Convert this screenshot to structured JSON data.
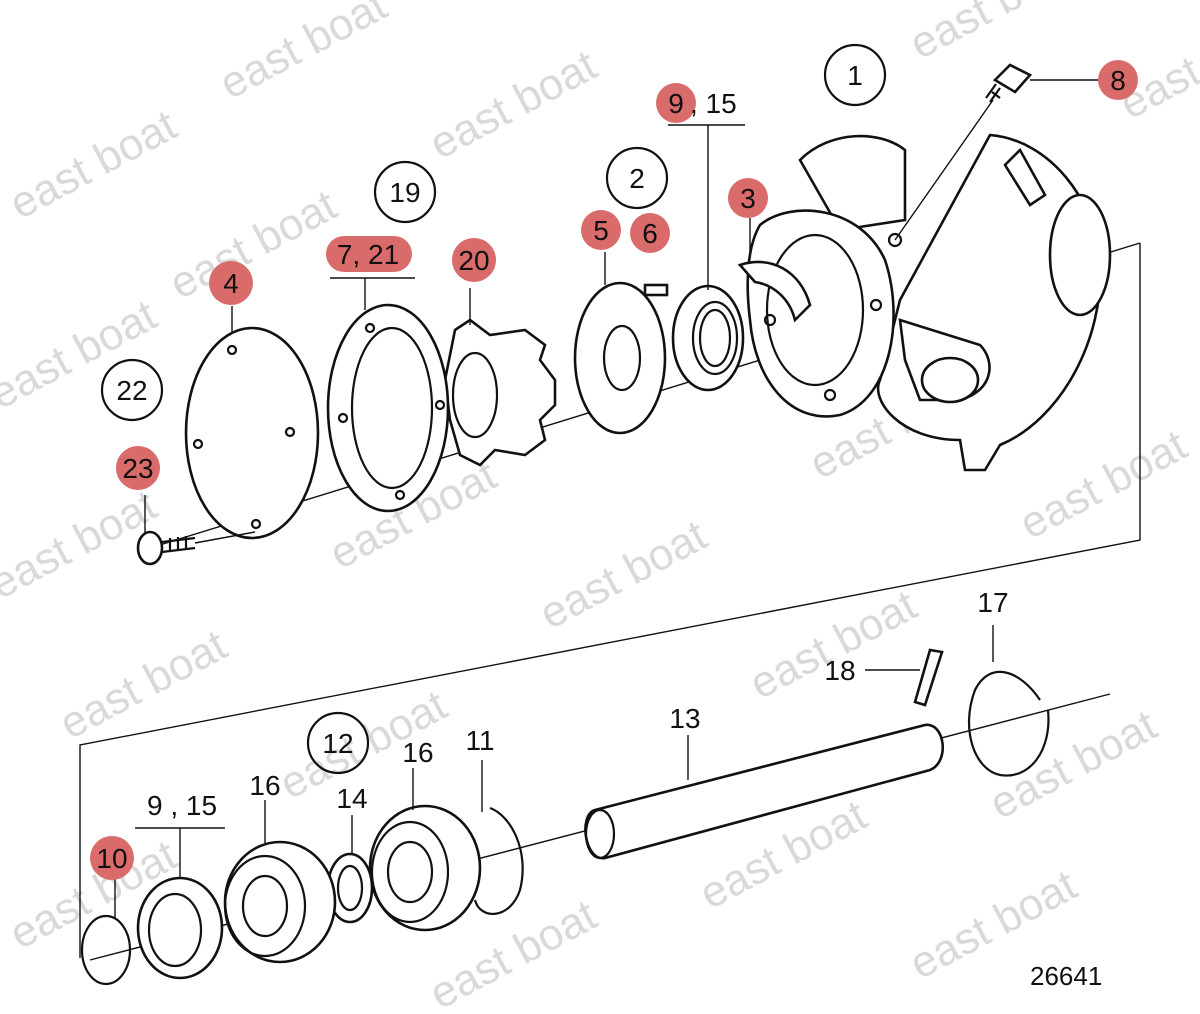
{
  "diagram": {
    "drawing_number": "26641",
    "watermark_text": "east boat",
    "highlight_color": "#d96b6b",
    "callouts": [
      {
        "id": "c1",
        "text": "1",
        "circled": true,
        "highlighted": false
      },
      {
        "id": "c2",
        "text": "2",
        "circled": true,
        "highlighted": false
      },
      {
        "id": "c3",
        "text": "3",
        "circled": false,
        "highlighted": true
      },
      {
        "id": "c4",
        "text": "4",
        "circled": false,
        "highlighted": true
      },
      {
        "id": "c5",
        "text": "5",
        "circled": false,
        "highlighted": true
      },
      {
        "id": "c6",
        "text": "6",
        "circled": false,
        "highlighted": true
      },
      {
        "id": "c8",
        "text": "8",
        "circled": false,
        "highlighted": true
      },
      {
        "id": "c9a",
        "text": "9",
        "circled": false,
        "highlighted": true
      },
      {
        "id": "c15a",
        "text": ", 15",
        "circled": false,
        "highlighted": false
      },
      {
        "id": "c7",
        "text": "7, 21",
        "circled": false,
        "highlighted": true
      },
      {
        "id": "c19",
        "text": "19",
        "circled": true,
        "highlighted": false
      },
      {
        "id": "c20",
        "text": "20",
        "circled": false,
        "highlighted": true
      },
      {
        "id": "c22",
        "text": "22",
        "circled": true,
        "highlighted": false
      },
      {
        "id": "c23",
        "text": "23",
        "circled": false,
        "highlighted": true
      },
      {
        "id": "c12",
        "text": "12",
        "circled": true,
        "highlighted": false
      },
      {
        "id": "c9b",
        "text": "9 , 15",
        "circled": false,
        "highlighted": false
      },
      {
        "id": "c10",
        "text": "10",
        "circled": false,
        "highlighted": true
      },
      {
        "id": "c16a",
        "text": "16",
        "circled": false,
        "highlighted": false
      },
      {
        "id": "c14",
        "text": "14",
        "circled": false,
        "highlighted": false
      },
      {
        "id": "c16b",
        "text": "16",
        "circled": false,
        "highlighted": false
      },
      {
        "id": "c11",
        "text": "11",
        "circled": false,
        "highlighted": false
      },
      {
        "id": "c13",
        "text": "13",
        "circled": false,
        "highlighted": false
      },
      {
        "id": "c18",
        "text": "18",
        "circled": false,
        "highlighted": false
      },
      {
        "id": "c17",
        "text": "17",
        "circled": false,
        "highlighted": false
      }
    ]
  }
}
